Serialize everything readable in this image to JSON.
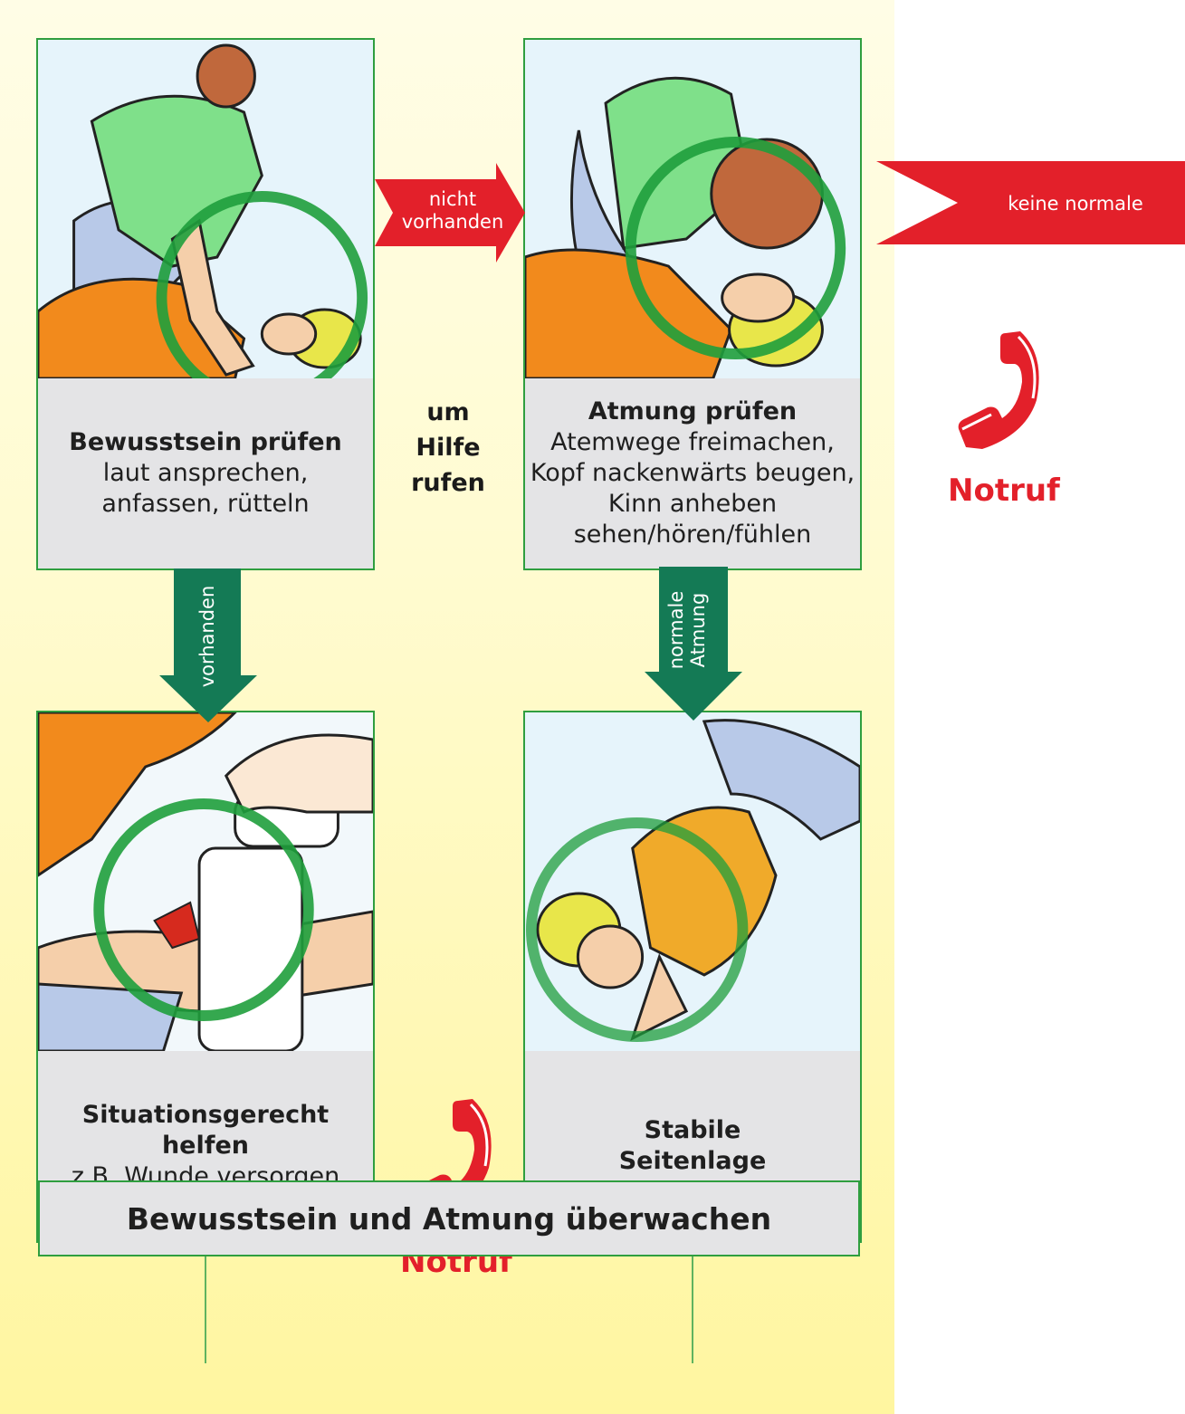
{
  "cards": {
    "top_left": {
      "title": "Bewusstsein prüfen",
      "line1": "laut ansprechen,",
      "line2": "anfassen, rütteln"
    },
    "top_right": {
      "title": "Atmung prüfen",
      "line1": "Atemwege freimachen,",
      "line2": "Kopf nackenwärts beugen,",
      "line3": "Kinn anheben",
      "line4": "sehen/hören/fühlen"
    },
    "bottom_left": {
      "title1": "Situationsgerecht",
      "title2": "helfen",
      "line1": "z.B. Wunde versorgen"
    },
    "bottom_right": {
      "title1": "Stabile",
      "title2": "Seitenlage"
    }
  },
  "middle_text": {
    "line1": "um",
    "line2": "Hilfe",
    "line3": "rufen"
  },
  "arrows": {
    "nicht_vorhanden": {
      "line1": "nicht",
      "line2": "vorhanden"
    },
    "keine_normale": "keine normale",
    "vorhanden": "vorhanden",
    "normale_atmung": {
      "line1": "normale",
      "line2": "Atmung"
    }
  },
  "notruf_label": "Notruf",
  "bottom_box": "Bewusstsein und Atmung überwachen",
  "colors": {
    "red": "#e3202a",
    "dark_green": "#147a55",
    "frame_green": "#2f9e3f",
    "card_grey": "#e4e4e6",
    "background_yellow": "#fff6a0"
  },
  "icons": [
    "phone-icon",
    "phone-icon"
  ]
}
